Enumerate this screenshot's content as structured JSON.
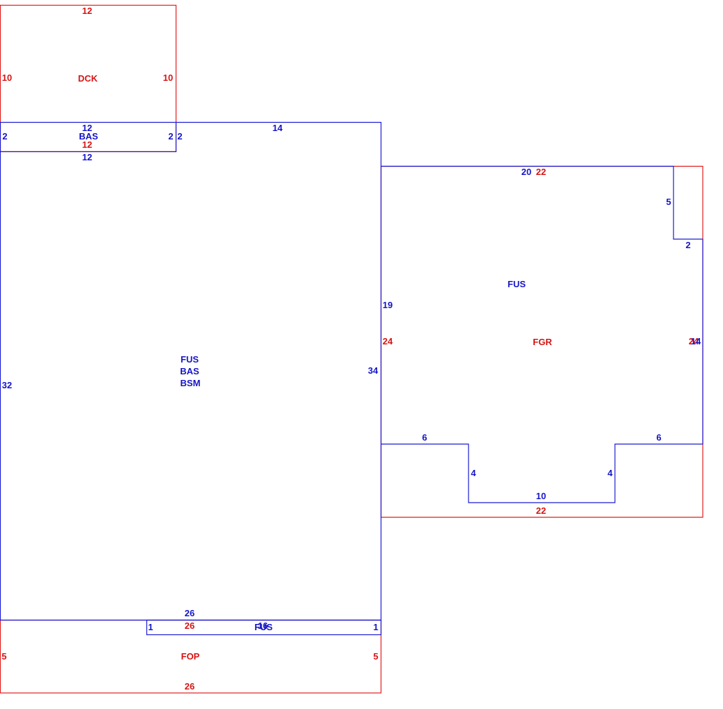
{
  "colors": {
    "blue": "#1515c8",
    "red": "#d41515",
    "background": "#ffffff"
  },
  "areas": {
    "dck": "DCK",
    "bas_small": "BAS",
    "main": [
      "FUS",
      "BAS",
      "BSM"
    ],
    "fus_right": "FUS",
    "fgr": "FGR",
    "fop": "FOP",
    "fus_bottom": "FUS"
  },
  "dimensions": {
    "dck_top": "12",
    "dck_left": "10",
    "dck_right": "10",
    "dck_bottom": "12",
    "bas_top": "12",
    "bas_left": "2",
    "bas_right": "2",
    "bas_bottom": "12",
    "main_left_side": "2",
    "main_top": "14",
    "main_left": "32",
    "main_right": "34",
    "main_bottom": "26",
    "fus_top": "20",
    "fgr_top": "22",
    "notch_vert": "5",
    "notch_horiz": "2",
    "fus_left": "19",
    "fgr_left": "24",
    "fgr_right_red": "24",
    "fus_right_blue": "14",
    "step_left_horiz": "6",
    "step_right_horiz": "6",
    "step_left_vert": "4",
    "step_right_vert": "4",
    "step_bottom": "10",
    "fgr_bottom": "22",
    "strip_top": "26",
    "strip_left": "1",
    "strip_right": "1",
    "strip_label_overlap": "16",
    "fop_left": "5",
    "fop_right": "5",
    "fop_bottom": "26"
  }
}
